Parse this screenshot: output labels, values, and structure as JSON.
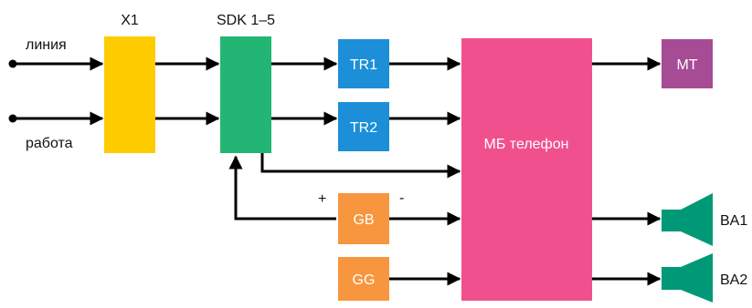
{
  "labels": {
    "x1": "X1",
    "sdk": "SDK 1–5",
    "line_input": "линия",
    "work_input": "работа",
    "plus": "+",
    "minus": "-"
  },
  "blocks": {
    "tr1": "TR1",
    "tr2": "TR2",
    "mb_phone": "МБ телефон",
    "mt": "MT",
    "gb": "GB",
    "gg": "GG",
    "ba1": "BA1",
    "ba2": "BA2"
  },
  "colors": {
    "x1": "#FFCC00",
    "sdk": "#22B573",
    "tr": "#1C8FD8",
    "mb_phone": "#F0508E",
    "mt": "#A64C94",
    "battery": "#F7963E",
    "speaker": "#009977",
    "wire": "#000000"
  }
}
